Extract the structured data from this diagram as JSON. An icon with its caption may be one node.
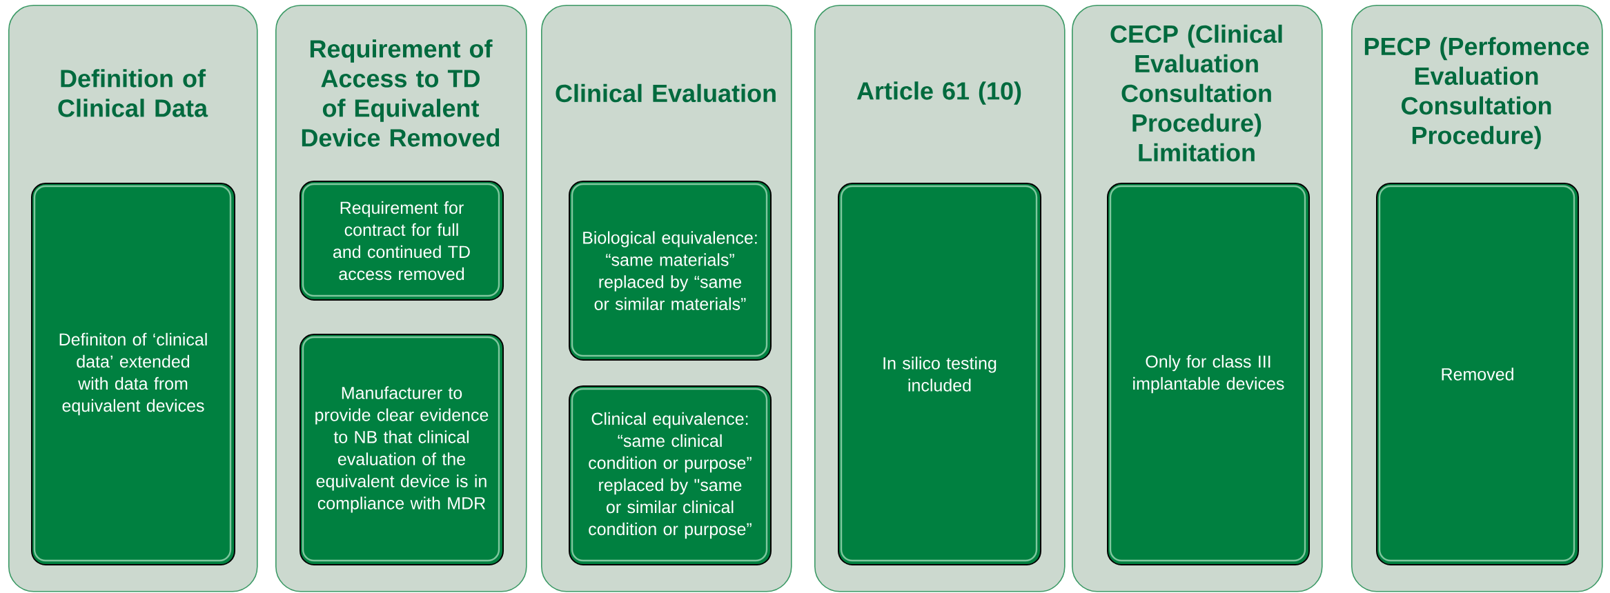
{
  "diagram": {
    "nodes": [
      {
        "text": [
          "Definition of Clinical Data"
        ]
      },
      {
        "text": [
          "Definiton of ‘clinical data’ extended with data from equivalent devices"
        ],
        "in": 0
      },
      {
        "text": [
          "Requirement of Access to TD of Equivalent Device Removed"
        ]
      },
      {
        "text": [
          "Requirement for contract for full and continued TD access removed"
        ],
        "in": 2
      },
      {
        "text": [
          "Manufacturer to provide clear evidence to NB that clinical evaluation of the equivalent device is in compliance with MDR"
        ],
        "in": 2
      },
      {
        "text": [
          "Clinical Evaluation"
        ]
      },
      {
        "text": [
          "Biological equivalence: “same materials” replaced by “same or similar materials”"
        ],
        "in": 5
      },
      {
        "text": [
          "Clinical equivalence: “same clinical condition or purpose” replaced by \"same or similar clinical condition or purpose”"
        ],
        "in": 5
      },
      {
        "text": [
          "Article 61 (10)"
        ]
      },
      {
        "text": [
          "In silico testing included"
        ],
        "in": 8
      },
      {
        "text": [
          "CECP (Clinical Evaluation Consultation Procedure) Limitation"
        ]
      },
      {
        "text": [
          "Only for class III implantable devices"
        ],
        "in": 10
      },
      {
        "text": [
          "PECP (Perfomence Evaluation Consultation Procedure)"
        ]
      },
      {
        "text": [
          "Removed"
        ],
        "in": 12
      }
    ]
  }
}
